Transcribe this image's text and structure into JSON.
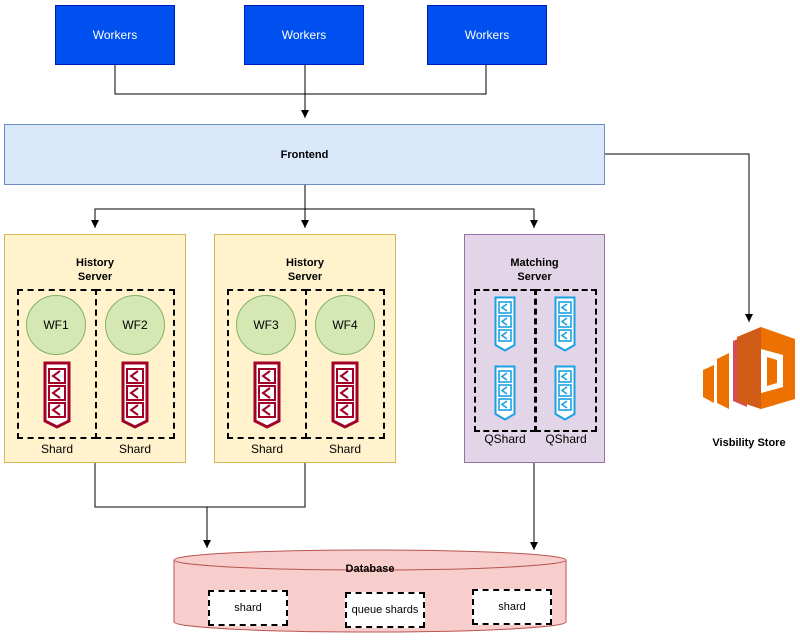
{
  "workers": [
    "Workers",
    "Workers",
    "Workers"
  ],
  "frontend": "Frontend",
  "servers": [
    {
      "title": "History\nServer",
      "wf": [
        "WF1",
        "WF2"
      ],
      "shard_labels": [
        "Shard",
        "Shard"
      ]
    },
    {
      "title": "History\nServer",
      "wf": [
        "WF3",
        "WF4"
      ],
      "shard_labels": [
        "Shard",
        "Shard"
      ]
    },
    {
      "title": "Matching\nServer",
      "shard_labels": [
        "QShard",
        "QShard"
      ]
    }
  ],
  "visibility_store": "Visbility Store",
  "database": {
    "title": "Database",
    "shards": [
      "shard",
      "queue shards",
      "shard"
    ]
  },
  "colors": {
    "workers": "#0050ef",
    "frontend": "#dae8fc",
    "history_server": "#fff2cc",
    "matching_server": "#e1d5e7",
    "workflow": "#d5e8b4",
    "shard_icon": "#a20025",
    "qshard_icon": "#1ba1e2",
    "database": "#f8cecc",
    "visibility_store": "#ed7100"
  },
  "icons": {
    "shard": "red-queue-icon",
    "qshard": "blue-queue-icon",
    "visibility_store": "aws-elasticsearch-icon"
  }
}
